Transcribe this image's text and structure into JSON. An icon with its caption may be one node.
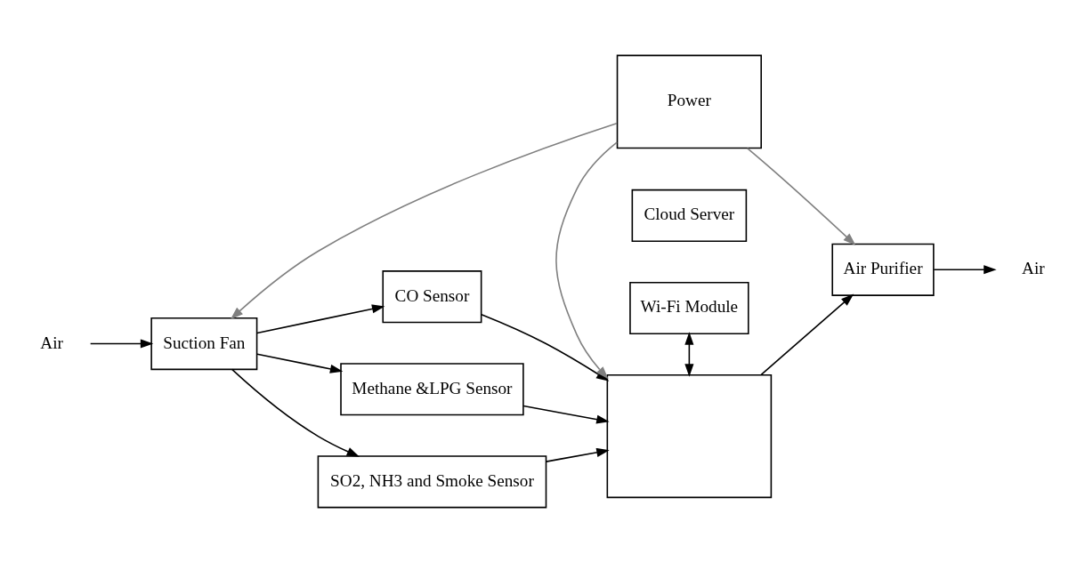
{
  "diagram": {
    "nodes": [
      {
        "text": [
          "Air"
        ]
      },
      {
        "text": [
          "Suction Fan"
        ]
      },
      {
        "text": [
          "CO Sensor"
        ]
      },
      {
        "text": [
          "Methane &LPG Sensor"
        ]
      },
      {
        "text": [
          "SO2, NH3 and Smoke Sensor"
        ]
      },
      {
        "text": [
          "Cloud Server"
        ]
      },
      {
        "text": [
          "Wi-Fi Module"
        ]
      },
      {
        "text": [],
        "shape": "box"
      },
      {
        "text": [
          "Air Purifier"
        ]
      },
      {
        "text": [
          "Air"
        ]
      },
      {
        "text": [
          "Power"
        ]
      }
    ],
    "edges": [
      {
        "from": 0,
        "to": 1,
        "arrow": "to"
      },
      {
        "from": 1,
        "to": 2,
        "arrow": "to"
      },
      {
        "from": 1,
        "to": 3,
        "arrow": "to"
      },
      {
        "from": 1,
        "to": 4,
        "arrow": "to"
      },
      {
        "from": 2,
        "to": 7,
        "arrow": "to"
      },
      {
        "from": 3,
        "to": 7,
        "arrow": "to"
      },
      {
        "from": 4,
        "to": 7,
        "arrow": "to"
      },
      {
        "from": 6,
        "to": 7,
        "arrow": "both"
      },
      {
        "from": 7,
        "to": 8,
        "arrow": "to"
      },
      {
        "from": 8,
        "to": 9,
        "arrow": "to"
      },
      {
        "from": 10,
        "to": 7,
        "arrow": "to",
        "color": "#808080"
      },
      {
        "from": 10,
        "to": 1,
        "arrow": "to",
        "color": "#808080"
      },
      {
        "from": 10,
        "to": 8,
        "arrow": "to",
        "color": "#808080"
      }
    ]
  }
}
